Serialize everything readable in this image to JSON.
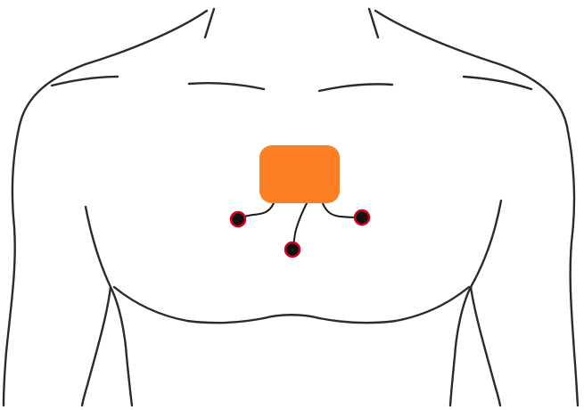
{
  "colors": {
    "device": "#fd7f23",
    "electrode_fill": "#111111",
    "electrode_ring": "#d4001c",
    "body_outline": "#2b2b2b",
    "lead_wire": "#1a1a1a"
  },
  "diagram": {
    "subject": "torso-outline",
    "device": {
      "shape": "rounded-rectangle"
    },
    "electrodes": [
      {
        "id": "left"
      },
      {
        "id": "center"
      },
      {
        "id": "right"
      }
    ]
  }
}
